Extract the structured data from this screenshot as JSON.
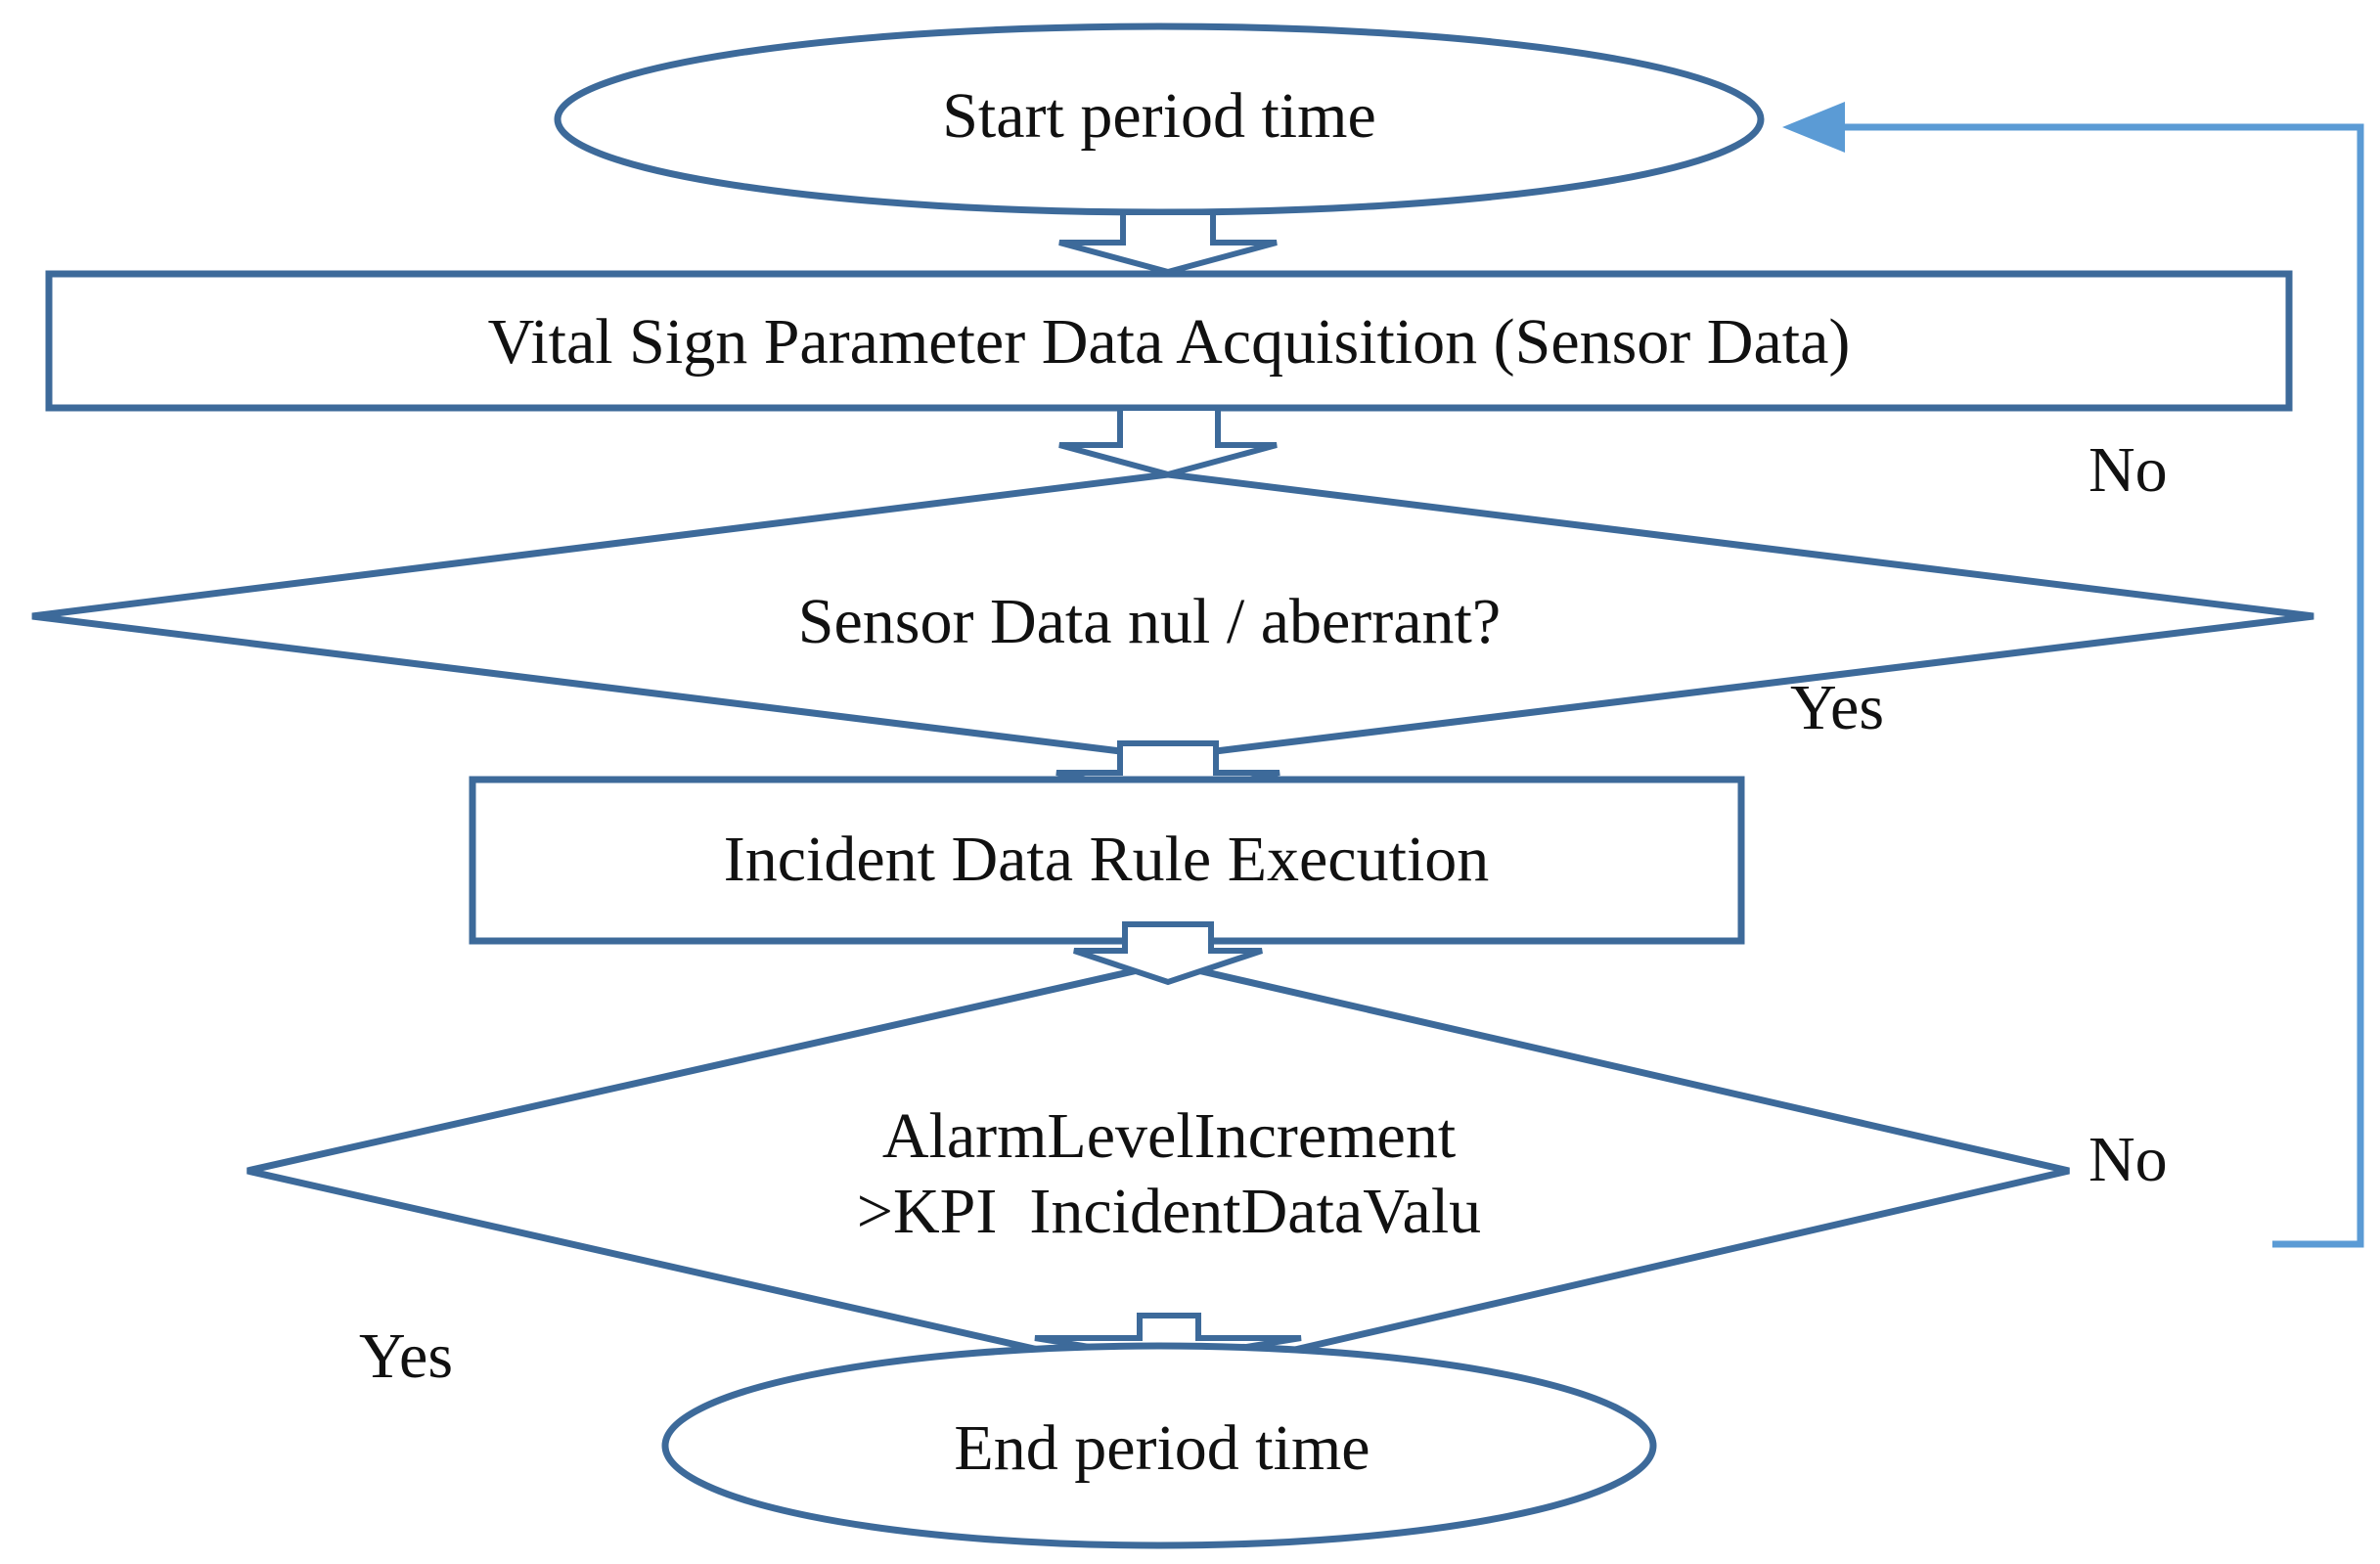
{
  "nodes": {
    "start": {
      "label": "Start period time"
    },
    "acquisition": {
      "label": "Vital Sign Parameter Data Acquisition (Sensor Data)"
    },
    "decision_sensor": {
      "label": "Sensor Data nul / aberrant?"
    },
    "rule_execution": {
      "label": "Incident Data Rule Execution"
    },
    "decision_alarm": {
      "label_line1": "AlarmLevelIncrement",
      "label_line2": ">KPI  IncidentDataValu"
    },
    "end": {
      "label": "End period time"
    }
  },
  "edge_labels": {
    "sensor_no": "No",
    "sensor_yes": "Yes",
    "alarm_no": "No",
    "alarm_yes": "Yes"
  },
  "colors": {
    "shape_stroke": "#3d6a9a",
    "loop_arrow": "#5b9bd5",
    "text": "#111111"
  }
}
